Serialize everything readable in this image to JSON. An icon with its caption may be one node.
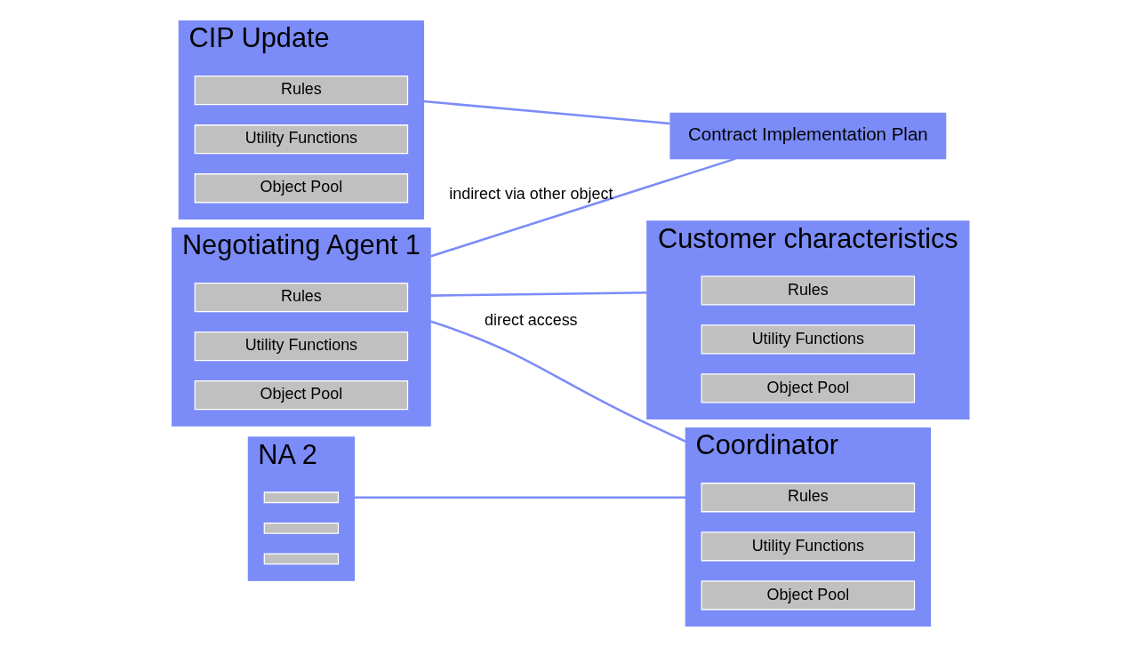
{
  "diagram": {
    "nodes": [
      {
        "text": [
          "Negotiating Agent 1"
        ]
      },
      {
        "text": [
          "Rules"
        ],
        "in": 0
      },
      {
        "text": [
          "Utility Functions"
        ],
        "in": 0
      },
      {
        "text": [
          "Object Pool"
        ],
        "in": 0
      },
      {
        "text": [
          "CIP Update"
        ]
      },
      {
        "text": [
          "Rules"
        ],
        "in": 4
      },
      {
        "text": [
          "Utility Functions"
        ],
        "in": 4
      },
      {
        "text": [
          "Object Pool"
        ],
        "in": 4
      },
      {
        "text": [
          "Contract Implementation Plan"
        ]
      },
      {
        "text": [
          "NA 2"
        ]
      },
      {
        "text": [],
        "shape": "bar",
        "in": 9
      },
      {
        "text": [],
        "shape": "bar",
        "in": 9
      },
      {
        "text": [],
        "shape": "bar",
        "in": 9
      },
      {
        "text": [
          "Coordinator"
        ]
      },
      {
        "text": [
          "Rules"
        ],
        "in": 13
      },
      {
        "text": [
          "Utility Functions"
        ],
        "in": 13
      },
      {
        "text": [
          "Object Pool"
        ],
        "in": 13
      },
      {
        "text": [
          "Customer characteristics"
        ]
      },
      {
        "text": [
          "Rules"
        ],
        "in": 17
      },
      {
        "text": [
          "Utility Functions"
        ],
        "in": 17
      },
      {
        "text": [
          "Object Pool"
        ],
        "in": 17
      }
    ],
    "edges": [
      {
        "from": 0,
        "to": 13,
        "arrow": "none",
        "label": "direct access"
      },
      {
        "from": 0,
        "to": 17,
        "arrow": "none"
      },
      {
        "from": 0,
        "to": 8,
        "arrow": "none",
        "label": "indirect via other object"
      },
      {
        "from": 4,
        "to": 8,
        "arrow": "none"
      },
      {
        "from": 9,
        "to": 13,
        "arrow": "none"
      }
    ]
  }
}
